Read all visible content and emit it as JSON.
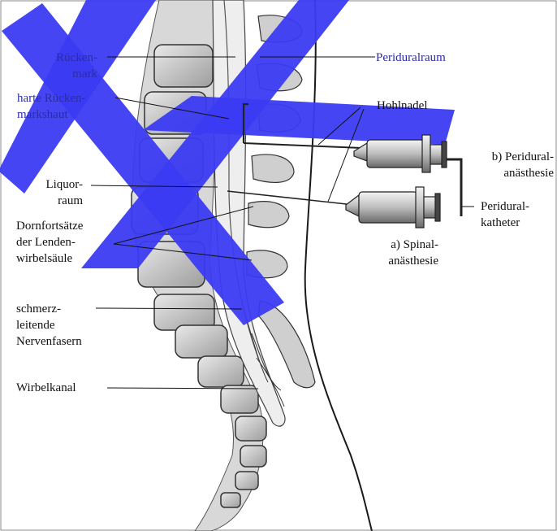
{
  "labels": {
    "rueckenmark": "Rücken-\nmark",
    "harte_rueckenmarkshaut": "harte Rücken-\nmarkshaut",
    "liquorraum": "Liquor-\nraum",
    "dornfortsaetze": "Dornfortsätze\nder Lenden-\nwirbelsäule",
    "schmerzleitende": "schmerz-\nleitende\nNervenfasern",
    "wirbelkanal": "Wirbelkanal",
    "periduralraum": "Periduralraum",
    "hohlnadel": "Hohlnadel",
    "periduralanaesthesie": "b) Peridural-\nanästhesie",
    "periduralkatheter": "Peridural-\nkatheter",
    "spinalanaesthesie": "a) Spinal-\nanästhesie"
  },
  "colors": {
    "watermark": "#3b3bf2",
    "label_blue": "#2c2ca8",
    "ink": "#1a1a1a"
  }
}
